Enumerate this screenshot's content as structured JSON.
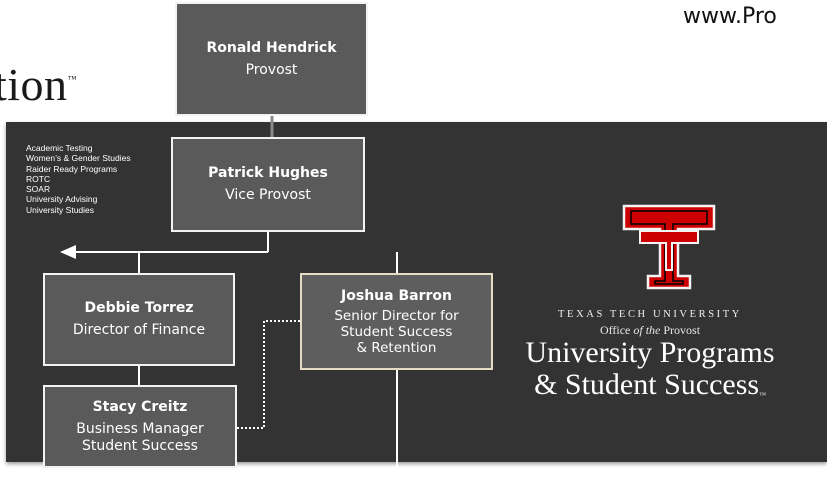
{
  "header": {
    "partial_left": "tion",
    "partial_left_mark": "™",
    "partial_right": "www.Pro"
  },
  "org": {
    "provost": {
      "name": "Ronald Hendrick",
      "title": "Provost"
    },
    "vice_provost": {
      "name": "Patrick Hughes",
      "title": "Vice Provost"
    },
    "finance": {
      "name": "Debbie Torrez",
      "title": "Director of Finance"
    },
    "senior_director": {
      "name": "Joshua Barron",
      "title_line1": "Senior Director for",
      "title_line2": "Student Success",
      "title_line3": "& Retention"
    },
    "business_manager": {
      "name": "Stacy Creitz",
      "title_line1": "Business Manager",
      "title_line2": "Student Success"
    }
  },
  "programs_list": [
    "Academic Testing",
    "Women’s & Gender Studies",
    "Raider Ready Programs",
    "ROTC",
    "SOAR",
    "University Advising",
    "University Studies"
  ],
  "branding": {
    "university": "TEXAS TECH UNIVERSITY",
    "office_prefix": "Office ",
    "office_of_the": "of the",
    "office_suffix": " Provost",
    "line1": "University Programs",
    "line2": "& Student Success",
    "mark": "™",
    "logo_icon": "double-t-logo",
    "logo_red": "#cc0000",
    "logo_black": "#000000"
  },
  "colors": {
    "panel": "#333333",
    "box_fill": "#5a5a5a",
    "box_border": "#f2f2f2",
    "highlight_border": "#e6dcc4"
  }
}
